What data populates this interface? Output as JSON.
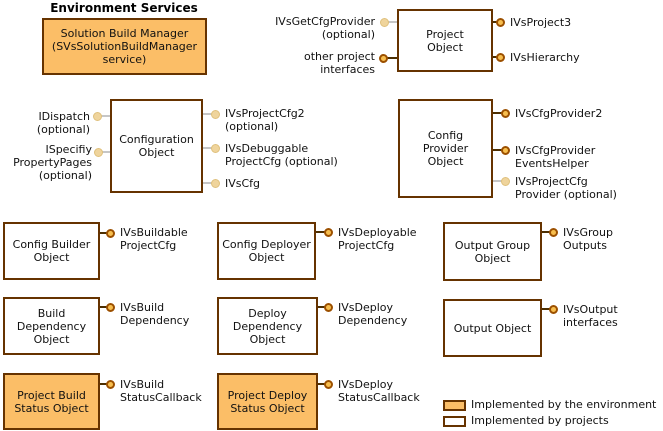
{
  "title": "Environment Services",
  "colors": {
    "environment_fill": "#FBBE67",
    "box_border": "#663300",
    "lollipop_fill": "#F7BE4E",
    "lollipop_ring": "#9C5000",
    "lollipop_optional_fill": "#EFD49C",
    "connector_line": "#4D2E00",
    "connector_line_optional": "#C6C6C6"
  },
  "boxes": [
    {
      "id": "solution-build-manager",
      "label": "Solution Build Manager\n(SVsSolutionBuildManager\nservice)",
      "implemented_by": "environment"
    },
    {
      "id": "project-object",
      "label": "Project\nObject",
      "implemented_by": "projects"
    },
    {
      "id": "configuration-object",
      "label": "Configuration\nObject",
      "implemented_by": "projects"
    },
    {
      "id": "config-provider-object",
      "label": "Config\nProvider\nObject",
      "implemented_by": "projects"
    },
    {
      "id": "config-builder-object",
      "label": "Config Builder\nObject",
      "implemented_by": "projects"
    },
    {
      "id": "config-deployer-object",
      "label": "Config Deployer\nObject",
      "implemented_by": "projects"
    },
    {
      "id": "output-group-object",
      "label": "Output Group\nObject",
      "implemented_by": "projects"
    },
    {
      "id": "build-dependency-object",
      "label": "Build\nDependency\nObject",
      "implemented_by": "projects"
    },
    {
      "id": "deploy-dependency-object",
      "label": "Deploy\nDependency\nObject",
      "implemented_by": "projects"
    },
    {
      "id": "output-object",
      "label": "Output Object",
      "implemented_by": "projects"
    },
    {
      "id": "project-build-status-object",
      "label": "Project Build\nStatus Object",
      "implemented_by": "environment"
    },
    {
      "id": "project-deploy-status-object",
      "label": "Project Deploy\nStatus Object",
      "implemented_by": "environment"
    }
  ],
  "connectors": [
    {
      "id": "ivsgetcfgprovider",
      "label": "IVsGetCfgProvider\n(optional)",
      "optional": true
    },
    {
      "id": "other-project-interfaces",
      "label": "other project\ninterfaces",
      "optional": false
    },
    {
      "id": "ivsproject3",
      "label": "IVsProject3",
      "optional": false
    },
    {
      "id": "ivshierarchy",
      "label": "IVsHierarchy",
      "optional": false
    },
    {
      "id": "idispatch",
      "label": "IDispatch\n(optional)",
      "optional": true
    },
    {
      "id": "ispecifiypropertypages",
      "label": "ISpecifiy\nPropertyPages\n(optional)",
      "optional": true
    },
    {
      "id": "ivsprojectcfg2",
      "label": "IVsProjectCfg2\n(optional)",
      "optional": true
    },
    {
      "id": "ivsdebuggableprojectcfg",
      "label": "IVsDebuggable\nProjectCfg (optional)",
      "optional": true
    },
    {
      "id": "ivscfg",
      "label": "IVsCfg",
      "optional": false
    },
    {
      "id": "ivscfgprovider2",
      "label": "IVsCfgProvider2",
      "optional": false
    },
    {
      "id": "ivscfgprovidereventshelper",
      "label": "IVsCfgProvider\nEventsHelper",
      "optional": false
    },
    {
      "id": "ivsprojectcfgprovider",
      "label": "IVsProjectCfg\nProvider (optional)",
      "optional": true
    },
    {
      "id": "ivsbuildableprojectcfg",
      "label": "IVsBuildable\nProjectCfg",
      "optional": false
    },
    {
      "id": "ivsdeployableprojectcfg",
      "label": "IVsDeployable\nProjectCfg",
      "optional": false
    },
    {
      "id": "ivsgroupoutputs",
      "label": "IVsGroup\nOutputs",
      "optional": false
    },
    {
      "id": "ivsbuilddependency",
      "label": "IVsBuild\nDependency",
      "optional": false
    },
    {
      "id": "ivsdeploydependency",
      "label": "IVsDeploy\nDependency",
      "optional": false
    },
    {
      "id": "ivsoutputinterfaces",
      "label": "IVsOutput\ninterfaces",
      "optional": false
    },
    {
      "id": "ivsbuildstatuscallback",
      "label": "IVsBuild\nStatusCallback",
      "optional": false
    },
    {
      "id": "ivsdeploystatuscallback",
      "label": "IVsDeploy\nStatusCallback",
      "optional": false
    }
  ],
  "legend": {
    "items": [
      {
        "label": "Implemented by the environment",
        "swatch": "environment"
      },
      {
        "label": "Implemented by projects",
        "swatch": "projects"
      }
    ]
  }
}
